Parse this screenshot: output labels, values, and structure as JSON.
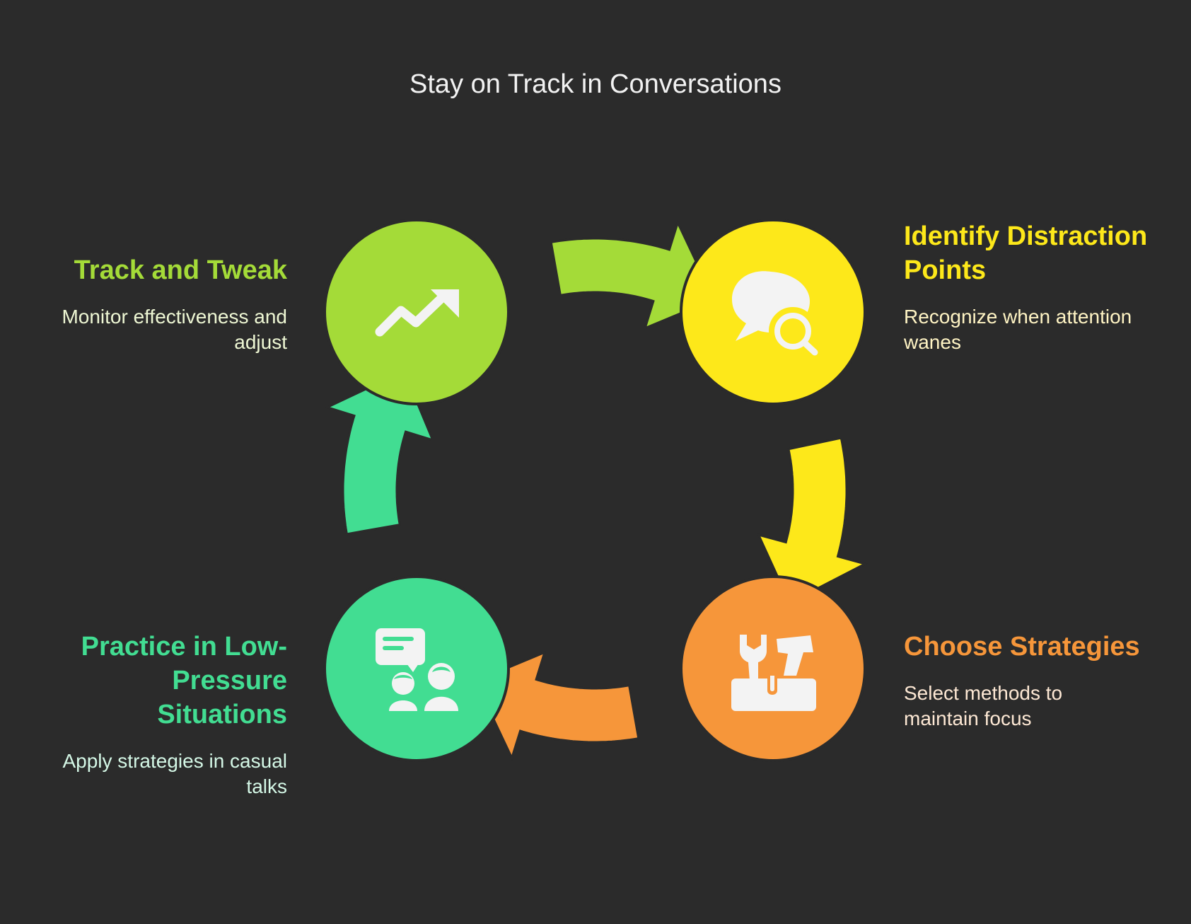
{
  "title": "Stay on Track in Conversations",
  "steps": [
    {
      "id": "identify",
      "title": "Identify Distraction Points",
      "description": "Recognize when attention wanes",
      "color": "#fde81a",
      "text_color": "#fde81a",
      "desc_color": "#fff4c4",
      "icon": "chat-search-icon"
    },
    {
      "id": "choose",
      "title": "Choose Strategies",
      "description": "Select methods to maintain focus",
      "color": "#f6963a",
      "text_color": "#f6963a",
      "desc_color": "#fde8d4",
      "icon": "toolbox-icon"
    },
    {
      "id": "practice",
      "title": "Practice in Low-Pressure Situations",
      "description": "Apply strategies in casual talks",
      "color": "#42dd92",
      "text_color": "#42dd92",
      "desc_color": "#d4f7e6",
      "icon": "conversation-people-icon"
    },
    {
      "id": "track",
      "title": "Track and Tweak",
      "description": "Monitor effectiveness and adjust",
      "color": "#a4db38",
      "text_color": "#a4db38",
      "desc_color": "#eef7d4",
      "icon": "trend-up-icon"
    }
  ]
}
